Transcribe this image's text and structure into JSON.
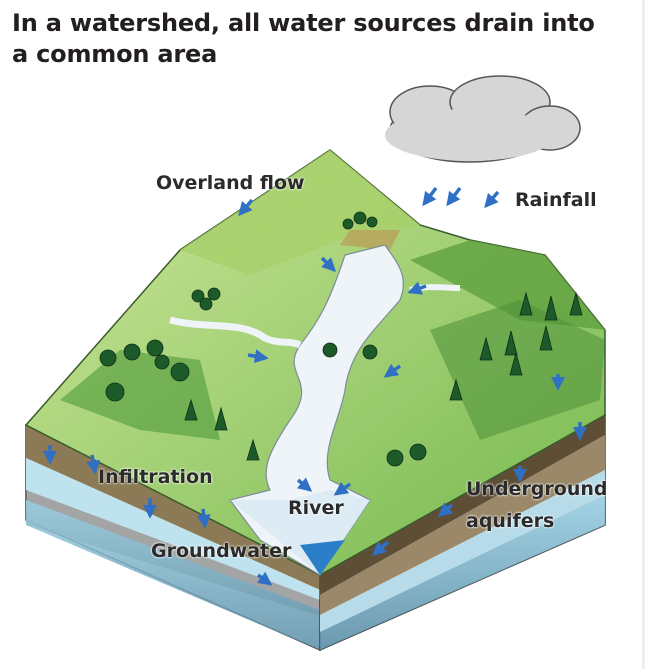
{
  "title": "In a watershed, all water sources drain into a common area",
  "labels": {
    "overland_flow": "Overland flow",
    "rainfall": "Rainfall",
    "infiltration": "Infiltration",
    "river": "River",
    "underground_aquifers_line1": "Underground",
    "underground_aquifers_line2": "aquifers",
    "groundwater": "Groundwater"
  },
  "colors": {
    "arrow": "#2f6fc4",
    "grass_light": "#a9d36a",
    "grass_dark": "#4f9a3a",
    "river": "#e8f1f8",
    "soil_brown": "#8a7550",
    "groundwater_blue": "#a9d8ea",
    "cloud": "#d3d3d3"
  }
}
